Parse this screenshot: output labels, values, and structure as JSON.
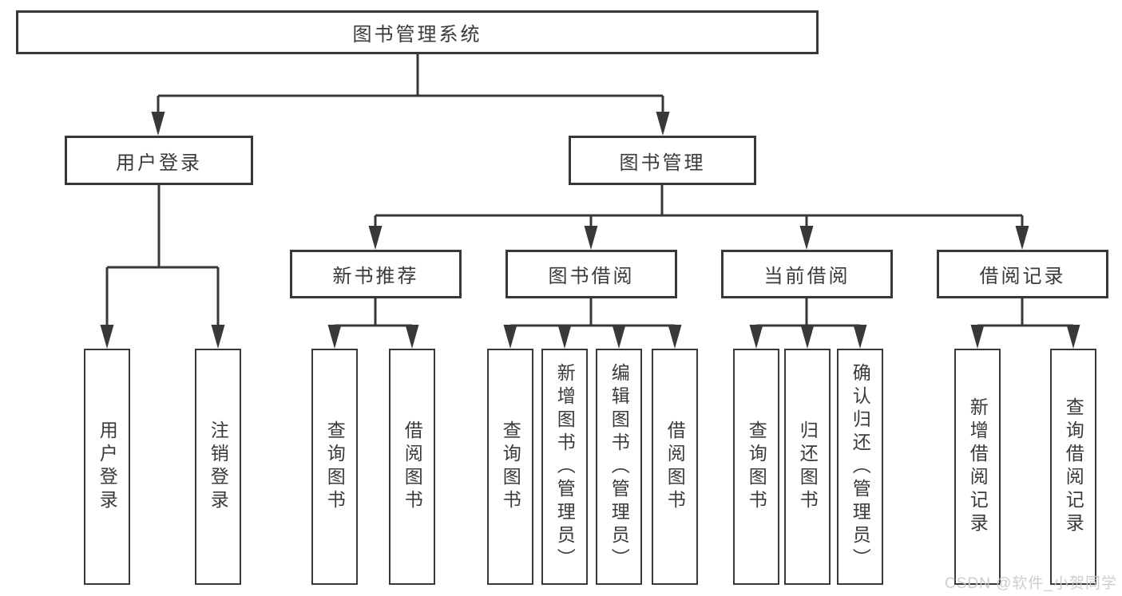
{
  "root": {
    "label": "图书管理系统"
  },
  "level2": [
    {
      "label": "用户登录"
    },
    {
      "label": "图书管理"
    }
  ],
  "level3": [
    {
      "label": "新书推荐"
    },
    {
      "label": "图书借阅"
    },
    {
      "label": "当前借阅"
    },
    {
      "label": "借阅记录"
    }
  ],
  "leaves": [
    {
      "label": "用户登录"
    },
    {
      "label": "注销登录"
    },
    {
      "label": "查询图书"
    },
    {
      "label": "借阅图书"
    },
    {
      "label": "查询图书"
    },
    {
      "label": "新增图书（管理员）"
    },
    {
      "label": "编辑图书（管理员）"
    },
    {
      "label": "借阅图书"
    },
    {
      "label": "查询图书"
    },
    {
      "label": "归还图书"
    },
    {
      "label": "确认归还（管理员）"
    },
    {
      "label": "新增借阅记录"
    },
    {
      "label": "查询借阅记录"
    }
  ],
  "watermark": "CSDN @软件_小贺同学",
  "colors": {
    "line": "#383838",
    "text": "#3a3a3a",
    "background": "#ffffff",
    "watermark": "#c9c9c9"
  }
}
